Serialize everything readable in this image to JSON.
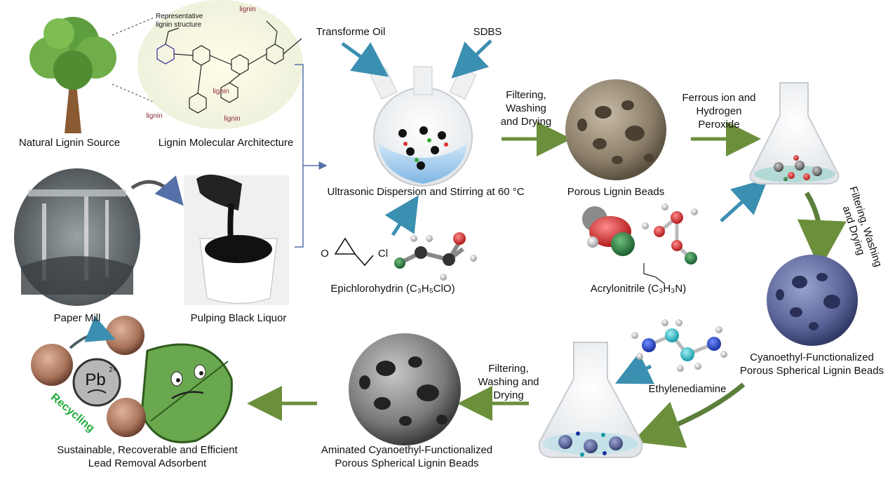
{
  "steps": {
    "natural_source": "Natural Lignin Source",
    "molecular_arch": "Lignin Molecular Architecture",
    "representative": "Representative\nlignin structure",
    "paper_mill": "Paper Mill",
    "black_liquor": "Pulping Black Liquor",
    "transformer_oil": "Transforme Oil",
    "sdbs": "SDBS",
    "ultrasonic": "Ultrasonic Dispersion and Stirring at 60 °C",
    "epichlorohydrin": "Epichlorohydrin (C₃H₅ClO)",
    "epi_cl": "Cl",
    "epi_o": "O",
    "filter1": "Filtering,\nWashing\nand Drying",
    "porous_beads": "Porous Lignin Beads",
    "acrylonitrile": "Acrylonitrile (C₃H₃N)",
    "fenton": "Ferrous ion and\nHydrogen\nPeroxide",
    "filter2": "Filtering, Washing\nand Drying",
    "cyano_beads": "Cyanoethyl-Functionalized\nPorous Spherical Lignin Beads",
    "ethylenediamine": "Ethylenediamine",
    "filter3": "Filtering,\nWashing and\nDrying",
    "aminated": "Aminated Cyanoethyl-Functionalized\nPorous Spherical Lignin Beads",
    "adsorbent": "Sustainable, Recoverable and Efficient\nLead Removal Adsorbent",
    "recycling": "Recycling",
    "pb": "Pb",
    "pb_charge": "2+",
    "lignin_tags": [
      "lignin",
      "lignin",
      "lignin",
      "lignin"
    ]
  },
  "colors": {
    "green_arrow": "#6c8f3c",
    "blue_arrow": "#3b8fb0",
    "bracket": "#5570a8",
    "recycling_text": "#1faa3a"
  }
}
